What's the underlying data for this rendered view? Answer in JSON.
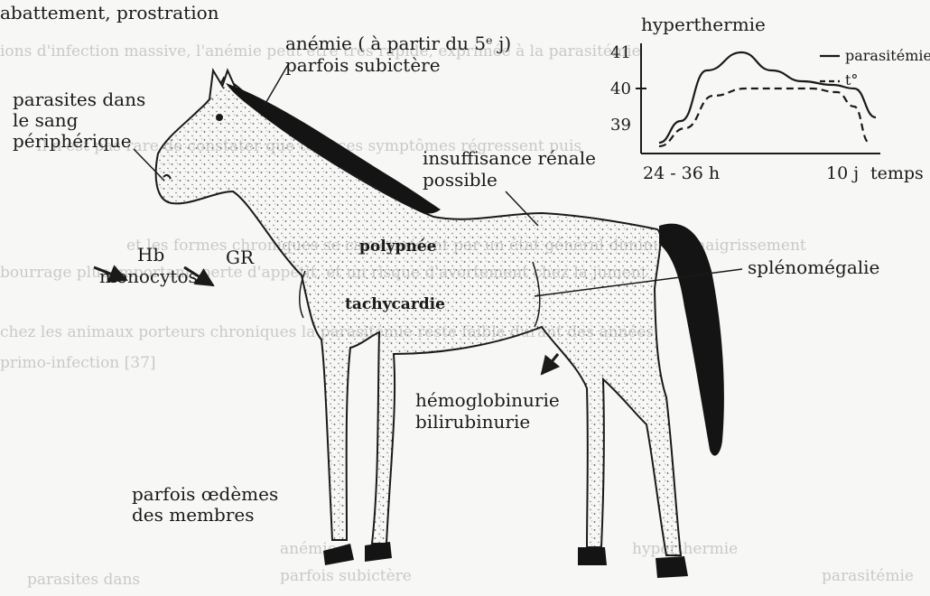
{
  "labels": {
    "abattement": "abattement, prostration",
    "anemie_1": "anémie ( à partir du 5ᵉ j)",
    "anemie_2": "parfois subictère",
    "parasites_1": "parasites dans",
    "parasites_2": "le sang",
    "parasites_3": "périphérique",
    "insuffisance_1": "insuffisance rénale",
    "insuffisance_2": "possible",
    "hb": "Hb",
    "monocytose": "monocytose",
    "gr": "GR",
    "polypnee": "polypnée",
    "tachycardie": "tachycardie",
    "splenomegalie": "splénomégalie",
    "hemoglobinurie": "hémoglobinurie",
    "bilirubinurie": "bilirubinurie",
    "oedemes_1": "parfois œdèmes",
    "oedemes_2": "des membres"
  },
  "chart": {
    "title": "hyperthermie",
    "legend_parasitemie": "parasitémie",
    "legend_temp": "t°",
    "y_ticks": [
      "41",
      "40",
      "39"
    ],
    "x_tick_start": "24 - 36 h",
    "x_tick_end": "10 j",
    "x_axis_label": "temps"
  },
  "chart_data": {
    "type": "line",
    "title": "hyperthermie",
    "xlabel": "temps",
    "ylabel": "",
    "x_ticks": [
      "24 - 36 h",
      "10 j"
    ],
    "y_ticks": [
      39,
      40,
      41
    ],
    "ylim": [
      38.2,
      41.6
    ],
    "series": [
      {
        "name": "parasitémie",
        "style": "solid",
        "x": [
          0,
          0.1,
          0.22,
          0.38,
          0.52,
          0.66,
          0.8,
          0.9,
          1.0
        ],
        "y": [
          38.5,
          39.1,
          40.5,
          41.0,
          40.5,
          40.2,
          40.1,
          40.0,
          39.2
        ]
      },
      {
        "name": "t°",
        "style": "dashed",
        "x": [
          0,
          0.12,
          0.25,
          0.4,
          0.55,
          0.7,
          0.82,
          0.9,
          0.97
        ],
        "y": [
          38.4,
          38.9,
          39.8,
          40.0,
          40.0,
          40.0,
          39.9,
          39.5,
          38.5
        ]
      }
    ]
  },
  "background": {
    "ghost_lines": [
      "ions d'infection massive, l'anémie peut être très rapide, exprimée à la parasitémie",
      "Il n'est pas rare de constater que tous ces symptômes régressent puis",
      "et les formes chroniques se caractérisent par un état général diminué, amaigrissement",
      "bourrage plus important, perte d'appétit, et un risque d'avortement chez la jument",
      "chez les animaux porteurs chroniques la parasitémie reste faible durant des années",
      "primo-infection [37]",
      "parasites dans",
      "hyperthermie",
      "anémie",
      "parfois subictère",
      "parasitémie"
    ]
  }
}
